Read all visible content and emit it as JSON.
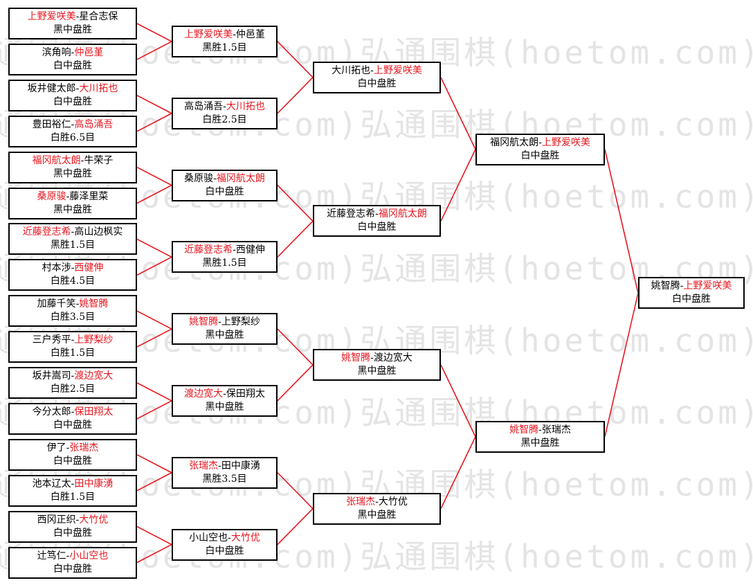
{
  "watermark": "弘通围棋(hoetom.com)",
  "colors": {
    "winner": "#e8161e",
    "connector": "#e8161e",
    "border": "#000000"
  },
  "rounds": [
    {
      "matches": [
        {
          "p1": "上野爱咲美",
          "p2": "星合志保",
          "winner": 1,
          "result": "黑中盘胜"
        },
        {
          "p1": "滨角响",
          "p2": "仲邑堇",
          "winner": 2,
          "result": "白中盘胜"
        },
        {
          "p1": "坂井健太郎",
          "p2": "大川拓也",
          "winner": 2,
          "result": "白中盘胜"
        },
        {
          "p1": "豊田裕仁",
          "p2": "高岛涌吾",
          "winner": 2,
          "result": "白胜6.5目"
        },
        {
          "p1": "福冈航太朗",
          "p2": "牛荣子",
          "winner": 1,
          "result": "黑中盘胜"
        },
        {
          "p1": "桑原骏",
          "p2": "藤泽里菜",
          "winner": 1,
          "result": "黑中盘胜"
        },
        {
          "p1": "近藤登志希",
          "p2": "高山边枫实",
          "winner": 1,
          "result": "黑胜1.5目"
        },
        {
          "p1": "村本涉",
          "p2": "西健伸",
          "winner": 2,
          "result": "白胜4.5目"
        },
        {
          "p1": "加藤千笑",
          "p2": "姚智腾",
          "winner": 2,
          "result": "白胜3.5目"
        },
        {
          "p1": "三户秀平",
          "p2": "上野梨纱",
          "winner": 2,
          "result": "白胜1.5目"
        },
        {
          "p1": "坂井嵩司",
          "p2": "渡边宽大",
          "winner": 2,
          "result": "白胜2.5目"
        },
        {
          "p1": "今分太郎",
          "p2": "保田翔太",
          "winner": 2,
          "result": "白中盘胜"
        },
        {
          "p1": "伊了",
          "p2": "张瑞杰",
          "winner": 2,
          "result": "白中盘胜"
        },
        {
          "p1": "池本辽太",
          "p2": "田中康湧",
          "winner": 2,
          "result": "白胜1.5目"
        },
        {
          "p1": "西冈正织",
          "p2": "大竹优",
          "winner": 2,
          "result": "白中盘胜"
        },
        {
          "p1": "辻笃仁",
          "p2": "小山空也",
          "winner": 2,
          "result": "白中盘胜"
        }
      ]
    },
    {
      "matches": [
        {
          "p1": "上野爱咲美",
          "p2": "仲邑堇",
          "winner": 1,
          "result": "黑胜1.5目"
        },
        {
          "p1": "高岛涌吾",
          "p2": "大川拓也",
          "winner": 2,
          "result": "白胜2.5目"
        },
        {
          "p1": "桑原骏",
          "p2": "福冈航太朗",
          "winner": 2,
          "result": "白中盘胜"
        },
        {
          "p1": "近藤登志希",
          "p2": "西健伸",
          "winner": 1,
          "result": "黑胜1.5目"
        },
        {
          "p1": "姚智腾",
          "p2": "上野梨纱",
          "winner": 1,
          "result": "黑中盘胜"
        },
        {
          "p1": "渡边宽大",
          "p2": "保田翔太",
          "winner": 1,
          "result": "黑中盘胜"
        },
        {
          "p1": "张瑞杰",
          "p2": "田中康湧",
          "winner": 1,
          "result": "黑胜3.5目"
        },
        {
          "p1": "小山空也",
          "p2": "大竹优",
          "winner": 2,
          "result": "白中盘胜"
        }
      ]
    },
    {
      "matches": [
        {
          "p1": "大川拓也",
          "p2": "上野爱咲美",
          "winner": 2,
          "result": "白中盘胜"
        },
        {
          "p1": "近藤登志希",
          "p2": "福冈航太朗",
          "winner": 2,
          "result": "白中盘胜"
        },
        {
          "p1": "姚智腾",
          "p2": "渡边宽大",
          "winner": 1,
          "result": "黑中盘胜"
        },
        {
          "p1": "张瑞杰",
          "p2": "大竹优",
          "winner": 1,
          "result": "黑中盘胜"
        }
      ]
    },
    {
      "matches": [
        {
          "p1": "福冈航太朗",
          "p2": "上野爱咲美",
          "winner": 2,
          "result": "白中盘胜"
        },
        {
          "p1": "姚智腾",
          "p2": "张瑞杰",
          "winner": 1,
          "result": "黑中盘胜"
        }
      ]
    },
    {
      "matches": [
        {
          "p1": "姚智腾",
          "p2": "上野爱咲美",
          "winner": 2,
          "result": "白中盘胜"
        }
      ]
    }
  ]
}
